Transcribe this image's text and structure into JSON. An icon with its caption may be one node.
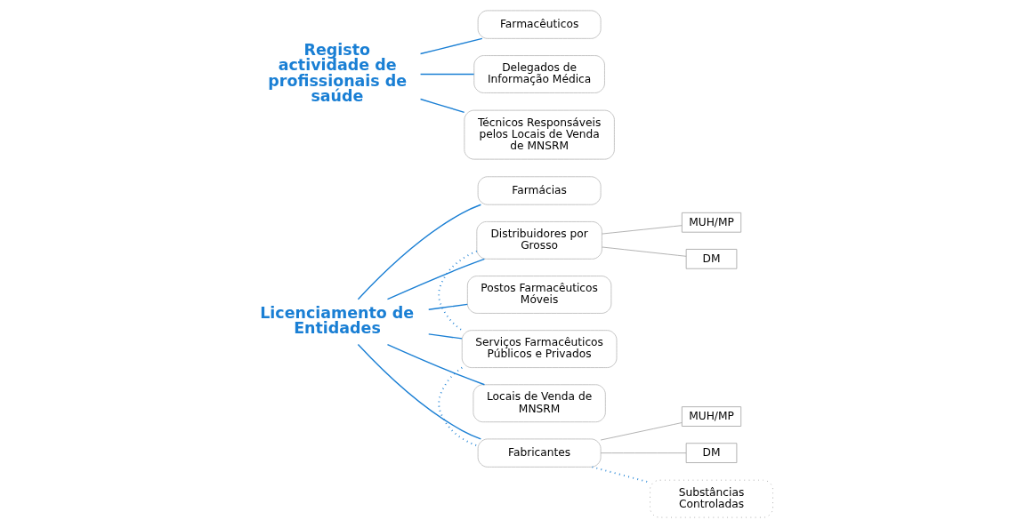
{
  "diagram": {
    "nodes": [
      {
        "text": [
          "Licenciamento de Entidades"
        ]
      },
      {
        "text": [
          "Farmácias"
        ]
      },
      {
        "text": [
          "Distribuidores por Grosso"
        ]
      },
      {
        "text": [
          "MUH/MP"
        ]
      },
      {
        "text": [
          "DM"
        ]
      },
      {
        "text": [
          "Postos Farmacêuticos Móveis"
        ]
      },
      {
        "text": [
          "Serviços Farmacêuticos Públicos e Privados"
        ]
      },
      {
        "text": [
          "Locais de Venda de MNSRM"
        ]
      },
      {
        "text": [
          "Fabricantes"
        ]
      },
      {
        "text": [
          "MUH/MP"
        ]
      },
      {
        "text": [
          "DM"
        ]
      },
      {
        "text": [
          "Substâncias Controladas"
        ]
      },
      {
        "text": [
          "Registo actividade de profissionais de saúde"
        ]
      },
      {
        "text": [
          "Farmacêuticos"
        ]
      },
      {
        "text": [
          "Delegados de Informação Médica"
        ]
      },
      {
        "text": [
          "Técnicos Responsáveis pelos Locais de Venda de MNSRM"
        ]
      }
    ],
    "edges": [
      {
        "from": 0,
        "to": 1,
        "arrow": "none"
      },
      {
        "from": 0,
        "to": 2,
        "arrow": "none"
      },
      {
        "from": 0,
        "to": 5,
        "arrow": "none"
      },
      {
        "from": 0,
        "to": 6,
        "arrow": "none"
      },
      {
        "from": 0,
        "to": 7,
        "arrow": "none"
      },
      {
        "from": 0,
        "to": 8,
        "arrow": "none"
      },
      {
        "from": 2,
        "to": 3,
        "arrow": "none",
        "color": "#a8a8a8"
      },
      {
        "from": 2,
        "to": 4,
        "arrow": "none",
        "color": "#a8a8a8"
      },
      {
        "from": 2,
        "to": 6,
        "arrow": "none",
        "style": "dashed"
      },
      {
        "from": 6,
        "to": 8,
        "arrow": "none",
        "style": "dashed"
      },
      {
        "from": 8,
        "to": 9,
        "arrow": "none",
        "color": "#a8a8a8"
      },
      {
        "from": 8,
        "to": 10,
        "arrow": "none",
        "color": "#a8a8a8"
      },
      {
        "from": 8,
        "to": 11,
        "arrow": "none",
        "style": "dashed"
      },
      {
        "from": 12,
        "to": 13,
        "arrow": "none"
      },
      {
        "from": 12,
        "to": 14,
        "arrow": "none"
      },
      {
        "from": 12,
        "to": 15,
        "arrow": "none"
      }
    ]
  }
}
